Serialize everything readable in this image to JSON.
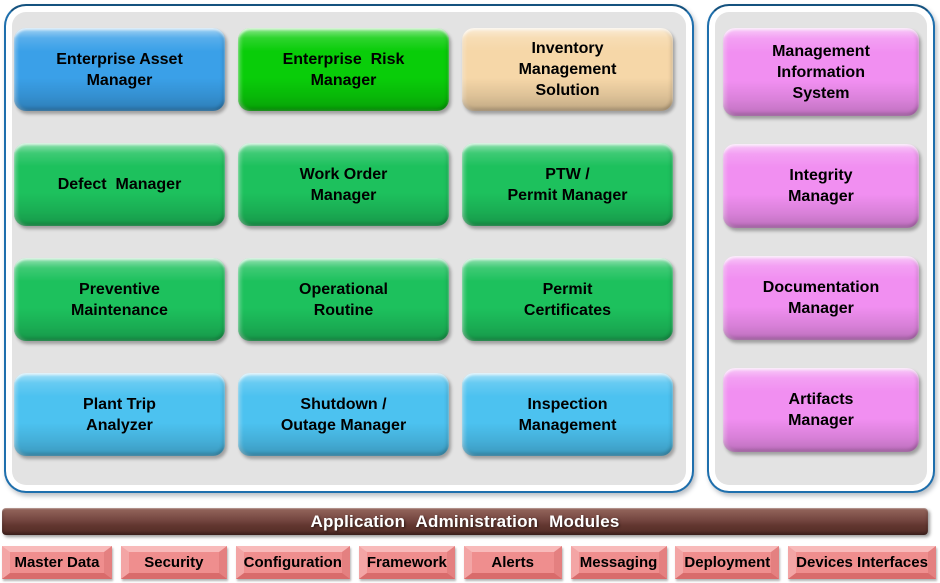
{
  "main_panel": {
    "modules": [
      {
        "label": "Enterprise Asset\nManager",
        "color": "blue"
      },
      {
        "label": "Enterprise  Risk\nManager",
        "color": "bright_green"
      },
      {
        "label": "Inventory\nManagement\nSolution",
        "color": "tan"
      },
      {
        "label": "Defect  Manager",
        "color": "green"
      },
      {
        "label": "Work Order\nManager",
        "color": "green"
      },
      {
        "label": "PTW /\nPermit Manager",
        "color": "green"
      },
      {
        "label": "Preventive\nMaintenance",
        "color": "green"
      },
      {
        "label": "Operational\nRoutine",
        "color": "green"
      },
      {
        "label": "Permit\nCertificates",
        "color": "green"
      },
      {
        "label": "Plant Trip\nAnalyzer",
        "color": "cyan"
      },
      {
        "label": "Shutdown /\nOutage Manager",
        "color": "cyan"
      },
      {
        "label": "Inspection\nManagement",
        "color": "cyan"
      }
    ]
  },
  "side_panel": {
    "modules": [
      {
        "label": "Management\nInformation\nSystem",
        "color": "pink"
      },
      {
        "label": "Integrity\nManager",
        "color": "pink"
      },
      {
        "label": "Documentation\nManager",
        "color": "pink"
      },
      {
        "label": "Artifacts\nManager",
        "color": "pink"
      }
    ]
  },
  "admin": {
    "title": "Application Administration Modules",
    "modules": [
      "Master Data",
      "Security",
      "Configuration",
      "Framework",
      "Alerts",
      "Messaging",
      "Deployment",
      "Devices Interfaces"
    ]
  },
  "colors": {
    "blue": "#3AA0E8",
    "bright_green": "#09CD09",
    "green": "#1DC15D",
    "cyan": "#4CC2F0",
    "tan": "#F6D7A8",
    "pink": "#F18FF1",
    "salmon": "#EF8E8E",
    "maroon": "#744640",
    "panel_border": "#1E6FAD",
    "panel_fill": "#E3E3E3"
  }
}
